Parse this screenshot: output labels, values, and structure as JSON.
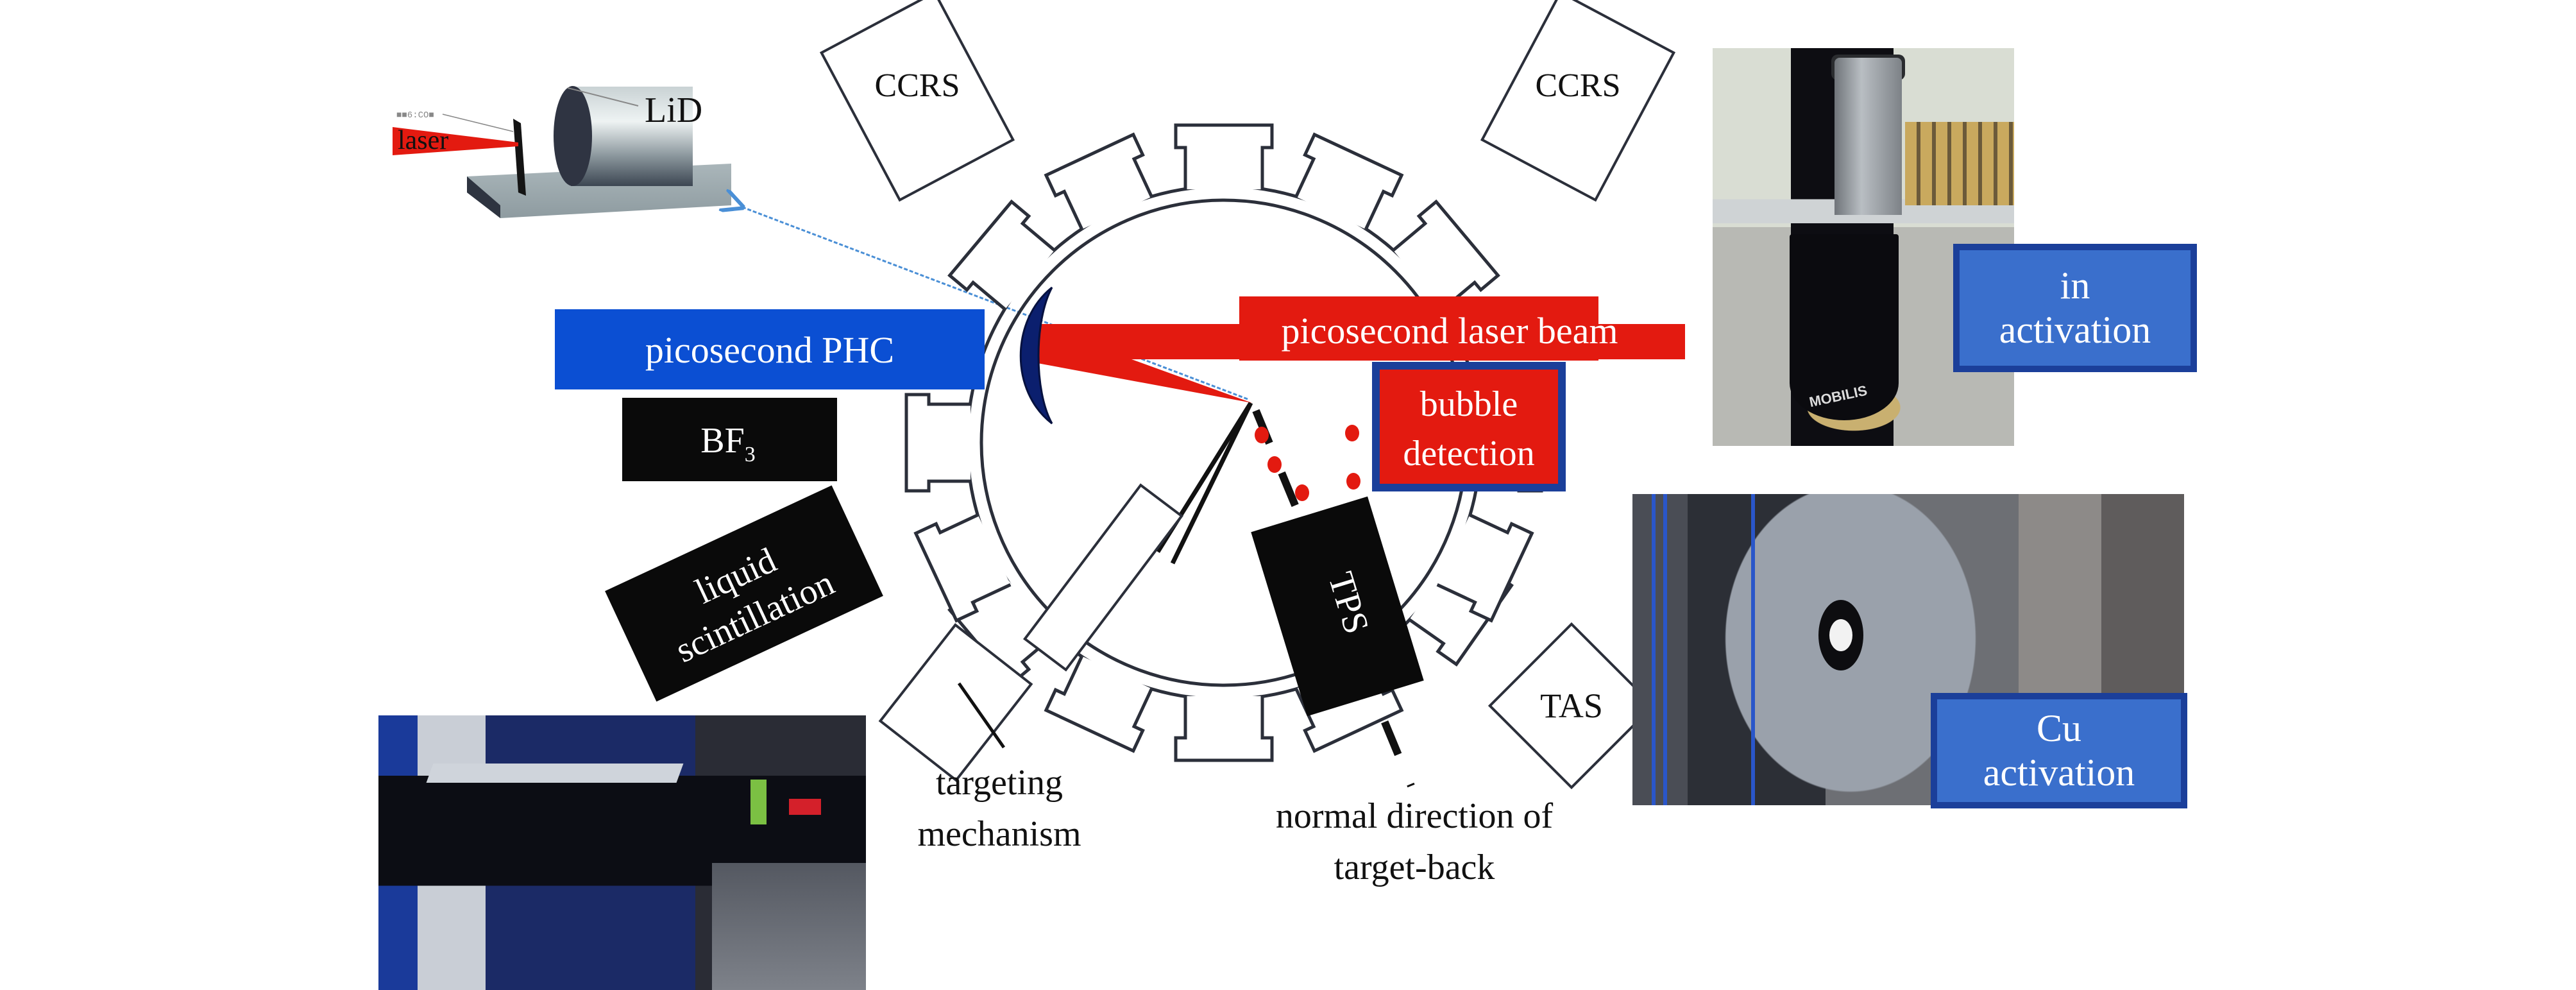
{
  "diagram": {
    "description": "Experimental setup for picosecond laser-driven neutron source diagnostics around a target chamber",
    "colors": {
      "laser_red": "#e31a10",
      "phc_blue": "#0b4fd3",
      "tag_blue": "#3a6fcc",
      "tag_border": "#1b3f9a",
      "mirror_blue": "#0b1f6e",
      "arrow_blue": "#4a8fd6",
      "detector_black": "#0a0a0a",
      "chamber_line": "#2b2f3a"
    },
    "labels": {
      "lid": "LiD",
      "laser_small": "laser",
      "ccrs_left": "CCRS",
      "ccrs_right": "CCRS",
      "phc": "picosecond PHC",
      "bf3_main": "BF",
      "bf3_sub": "3",
      "laser_beam": "picosecond laser beam",
      "bubble_line1": "bubble",
      "bubble_line2": "detection",
      "in_line1": "in",
      "in_line2": "activation",
      "cu_line1": "Cu",
      "cu_line2": "activation",
      "liquid_line1": "liquid",
      "liquid_line2": "scintillation",
      "tps": "TPS",
      "tas": "TAS",
      "targeting_line1": "targeting",
      "targeting_line2": "mechanism",
      "normal_line1": "normal direction of",
      "normal_line2": "target-back",
      "pmt_brand": "MOBILIS"
    }
  }
}
